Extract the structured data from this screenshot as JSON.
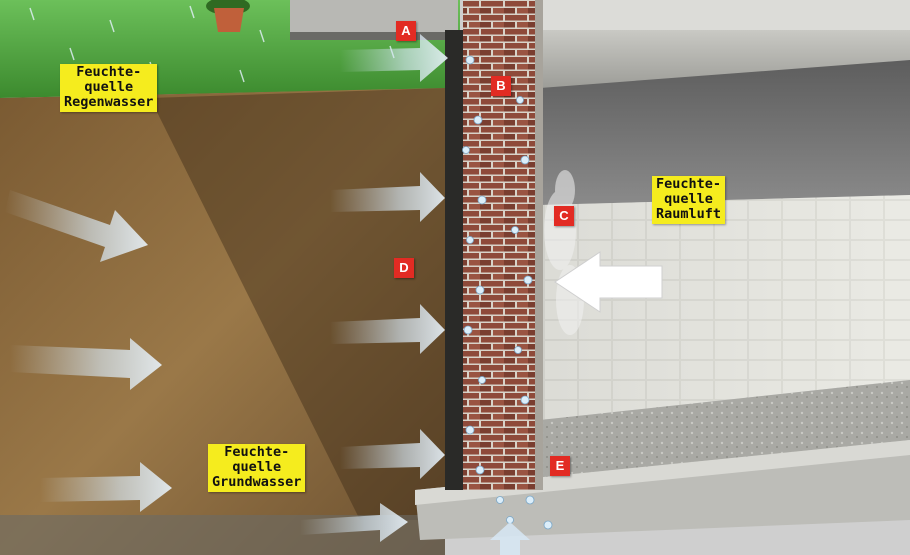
{
  "labels": {
    "rain": "Feuchte-\nquelle\nRegenwasser",
    "room": "Feuchte-\nquelle\nRaumluft",
    "ground": "Feuchte-\nquelle\nGrundwasser"
  },
  "markers": {
    "a": "A",
    "b": "B",
    "c": "C",
    "d": "D",
    "e": "E"
  },
  "colors": {
    "marker": "#e22b23",
    "label": "#f5ec1e",
    "soil": "#8a6a3e",
    "brick": "#8e4a3a",
    "grass": "#4f9a3a"
  }
}
